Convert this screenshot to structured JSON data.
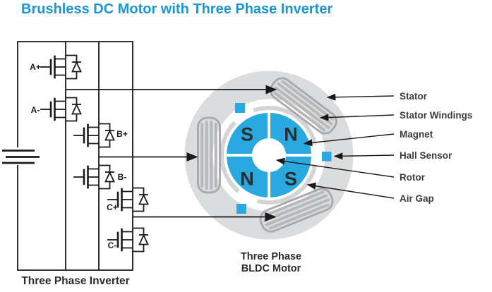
{
  "title": "Brushless DC Motor with Three Phase Inverter",
  "inverter": {
    "caption": "Three Phase Inverter",
    "transistors": [
      {
        "label": "A+"
      },
      {
        "label": "A-"
      },
      {
        "label": "B+"
      },
      {
        "label": "B-"
      },
      {
        "label": "C+"
      },
      {
        "label": "C-"
      }
    ]
  },
  "motor": {
    "caption_line1": "Three Phase",
    "caption_line2": "BLDC Motor",
    "poles": {
      "top_left": "S",
      "top_right": "N",
      "bottom_left": "N",
      "bottom_right": "S"
    }
  },
  "callouts": [
    {
      "label": "Stator"
    },
    {
      "label": "Stator Windings"
    },
    {
      "label": "Magnet"
    },
    {
      "label": "Hall Sensor"
    },
    {
      "label": "Rotor"
    },
    {
      "label": "Air Gap"
    }
  ],
  "colors": {
    "title_blue": "#1e95d3",
    "rotor_blue": "#29a9e0",
    "hall_blue": "#29a9e0",
    "stator_gray": "#dbdcdd",
    "winding_gray": "#b6b8ba",
    "line_black": "#1a1a1a",
    "label_dark": "#3b3c3e"
  }
}
